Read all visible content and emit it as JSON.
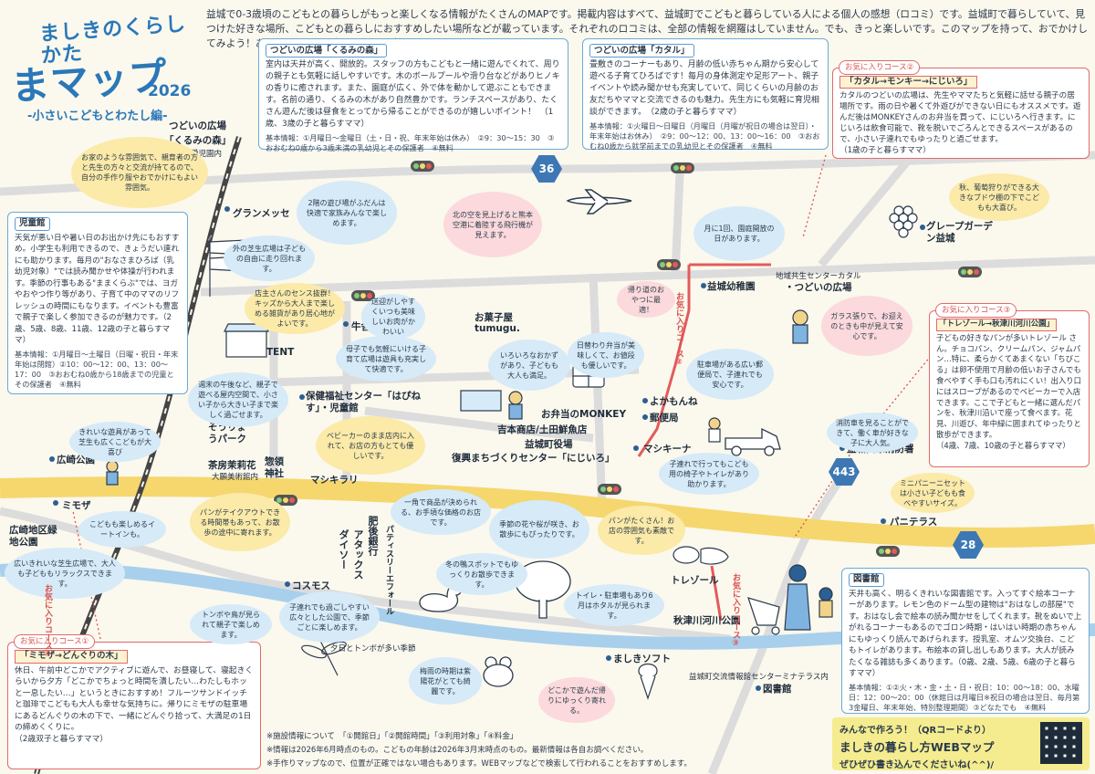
{
  "title": {
    "line1": "ましきのくらしかた",
    "line2": "まマップ",
    "year": "2026",
    "subtitle": "-小さいこどもとわたし編-"
  },
  "intro": "益城で0-3歳頃のこどもとの暮らしがもっと楽しくなる情報がたくさんのMAPです。掲載内容はすべて、益城町でこどもと暮らしている人による個人の感想（ロコミ）です。益城町で暮らしていて、見つけた好きな場所、こどもとの暮らしにおすすめしたい場所などが載っています。それぞれのロコミは、全部の情報を網羅はしていません。でも、きっと楽しいです。このマップを持って、おでかけしてみよう！あなたの見つけた場所も、ぜひ教えてくださいね☺",
  "boxes": {
    "kurumi": {
      "head": "つどいの広場「くるみの森」",
      "body": "室内は天井が高く、開放的。スタッフの方もこどもと一緒に遊んでくれて、周りの親子とも気軽に話しやすいです。木のボールプールや滑り台などがありヒノキの香りに癒されます。また、園庭が広く、外で体を動かして遊ぶこともできます。名前の通り、くるみの木があり自然豊かです。ランチスペースがあり、たくさん遊んだ後は昼食をとってから帰ることができるのが嬉しいポイント！　（1歳、3歳の子と暮らすママ）",
      "info": "基本情報：①月曜日〜金曜日（土・日・祝、年末年始は休み）　②9：30〜15：30　③おおむね0歳から3歳未満の乳幼児とその保護者　④無料"
    },
    "kataru": {
      "head": "つどいの広場「カタル」",
      "body": "畳敷きのコーナーもあり、月齢の低い赤ちゃん期から安心して遊べる子育てひろばです！毎月の身体測定や足形アート、親子イベントや読み聞かせも充実していて、同じくらいの月齢のお友だちやママと交流できるのも魅力。先生方にも気軽に育児相談ができます。　（2歳の子と暮らすママ）",
      "info": "基本情報：①火曜日〜日曜日（月曜日（月曜が祝日の場合は翌日）・年末年始はお休み）　②9：00〜12：00、13：00〜16：00　③おおむね0歳から就学前までの乳幼児とその保護者　④無料"
    },
    "jidoukan": {
      "head": "児童館",
      "body": "天気が悪い日や暑い日のお出かけ先にもおすすめ。小学生も利用できるので、きょうだい連れにも助かります。毎月の\"おなさまひろば（乳幼児対象）\"では読み聞かせや体操が行われます。季節の行事もある\"ままくらぶ\"では、ヨガやおやつ作り等があり、子育て中のママのリフレッシュの時間にもなります。イベントも豊富で親子で楽しく参加できるのが魅力です。（2歳、5歳、8歳、11歳、12歳の子と暮らすママ）",
      "info": "基本情報：①月曜日〜土曜日（日曜・祝日・年末年始は閉館）②10：00〜12：00、13：00〜17：00　③おおむね0歳から18歳までの児童とその保護者　④無料"
    },
    "library": {
      "head": "図書館",
      "body": "天井も高く、明るくきれいな図書館です。入ってすぐ絵本コーナーがあります。レモン色のドーム型の建物は\"おはなしの部屋\"です。おはなし会で絵本の読み聞かせをしてくれます。靴をぬいで上がれるコーナーもあるのでゴロン時期・はいはい時期の赤ちゃんにもゆっくり読んであげられます。授乳室、オムツ交換台、こどもトイレがあります。布絵本の貸し出しもあります。大人が読みたくなる雑誌も多くあります。（0歳、2歳、5歳、6歳の子と暮らすママ）",
      "info": "基本情報：①②火・木・金・土・日・祝日：10：00〜18：00、水曜日：12：00〜20：00（休館日は月曜日※祝日の場合は翌日、毎月第3金曜日、年末年始、特別整理期間）③どなたでも　④無料"
    }
  },
  "favorites": {
    "fav1": {
      "tag": "お気に入りコース①",
      "course": "「ミモザ→どんぐりの木」",
      "body": "休日、午前中どこかでアクティブに遊んで、お昼寝して、寝起きくらいから夕方「どこかでちょっと時間を潰したい…わたしもホッと一息したい…」というときにおすすめ！フルーツサンドイッチと珈琲でこどもも大人も幸せな気持ちに。帰りにミモザの駐車場にあるどんぐりの木の下で、一緒にどんぐり拾って、大満足の1日の締めくくりに。",
      "who": "（2歳双子と暮らすママ）"
    },
    "fav2": {
      "tag": "お気に入りコース②",
      "course": "「カタル→モンキー→にじいろ」",
      "body": "カタルのつどいの広場は、先生やママたちと気軽に話せる親子の居場所です。雨の日や暑くて外遊びができない日にもオススメです。遊んだ後はMONKEYさんのお弁当を買って、にじいろへ行きます。にじいろは飲食可能で、靴を脱いでごろんとできるスペースがあるので、小さい子連れでもゆったりと過ごせます。",
      "who": "（1歳の子と暮らすママ）"
    },
    "fav3": {
      "tag": "お気に入りコース③",
      "course": "「トレゾール→秋津川河川公園」",
      "body": "子どもの好きなパンが多いトレゾール さん。チョコパン、クリームパン、ジャムパン…特に、柔らかくてあまくない「ちびこる」は卵不使用で月齢の低いお子さんでも食べやすく手も口も汚れにくい！出入り口にはスロープがあるのでベビーカーで入店できます。ここで子どもと一緒に選んだパンを、秋津川沿いで座って食べます。花見、川遊び、年中緑に囲まれてゆったりと散歩ができます。",
      "who": "（4歳、7歳、10歳の子と暮らすママ）"
    }
  },
  "places": {
    "kurumi_name": "つどいの広場",
    "kurumi_q": "「くるみの森」",
    "kurumi_sub": "広安愛児園内",
    "granmesse": "グランメッセ",
    "gyuza": "牛舎",
    "tent": "TENT",
    "fukushi": "保健福祉センター「はぴねす」・児童館",
    "souryou": "そうりょうパーク",
    "chaen": "茶房茉莉花",
    "chaen_sub": "大願美術館内",
    "souryou_jinja": "惣領神社",
    "mashikirari": "マシキラリ",
    "hirosaki": "広崎公園",
    "mimoza": "ミモザ",
    "hirosaki_ryokuchi": "広崎地区緑地公園",
    "higo": "肥後銀行",
    "attax": "アタックス",
    "daiso": "ダイソー",
    "patisserie": "パティスリーエフォール",
    "kosumosu": "コスモス",
    "okashiya": "お菓子屋",
    "tumugu": "tumugu.",
    "obento": "お弁当のMONKEY",
    "yoshimoto": "吉本商店/土田鮮魚店",
    "yakuba": "益城町役場",
    "fukkou": "復興まちづくりセンター「にじいろ」",
    "yokamon": "よかもんね",
    "yubin": "郵便局",
    "mashikina": "マシキーナ",
    "youchien": "益城幼稚園",
    "kataru1": "地域共生センターカタル",
    "kataru2": "・つどいの広場",
    "grape": "グレープガーデン益城",
    "shobo": "益城西原消防署",
    "panite": "パニテラス",
    "tresor": "トレゾール",
    "akitsu": "秋津川河川公園",
    "mashiki_soft": "ましきソフト",
    "koryu": "益城町交流情報館センターミナテラス内",
    "toshokan": "図書館"
  },
  "routes": {
    "r36": "36",
    "r443": "443",
    "r28": "28"
  },
  "blobs": {
    "b1": "お家のような雰囲気で、親育者の方と先生の方々と交流が持てるので、自分の手作り服やおでかけにもよい雰囲気。",
    "b2": "2階の遊び場がふだんは快適で家族みんなで楽しめます。",
    "b3": "外の芝生広場は子どもの自由に走り回れます。",
    "b4": "店主さんのセンス抜群！キッズから大人まで楽しめる雑貨があり居心地がよいです。",
    "b5": "送迎がしやすくいつも美味しいお肉がかわいい",
    "b6": "母子でも気軽にいける子育て広場は遊具も充実して快適です。",
    "b7": "週末の午後など、親子で遊べる屋内空間で、小さい子から大きい子まで楽しく過ごせます。",
    "b8": "きれいな遊具があって芝生も広くこどもが大喜び",
    "b9": "パンがテイクアウトできる時間帯もあって、お散歩の途中に寄れます。",
    "b10": "ベビーカーのまま店内に入れて、お店の方もとても優しいです。",
    "b11": "一角で商品が決められる、お手頃な価格のお店です。",
    "b12": "こどもも楽しめるイートインも。",
    "b13": "広いきれいな芝生広場で、大人も子どももリラックスできます。",
    "b14": "季節の花や桜が咲き、お散歩にもぴったりです。",
    "b15": "パンがたくさん！お店の雰囲気も素敵です。",
    "b16": "冬の鴨スポットでもゆっくりお散歩できます。",
    "b17": "子連れでも過ごしやすい広々とした公園で、季節ごとに楽しめます。",
    "b18": "いろいろなおかずがあり、子どもも大人も満足。",
    "b19": "日替わり弁当が美味しくて、お値段も優しいです。",
    "b20": "帰り道のおやつに最適！",
    "b21": "駐車場がある広い郵便局で、子連れでも安心です。",
    "b22": "子連れで行ってもこども用の椅子やトイレがあり助かります。",
    "b23": "月に1回、園庭開放の日があります。",
    "b24": "ガラス張りで、お迎えのときも中が見えて安心です。",
    "b25": "秋、葡萄狩りができる大きなブドウ棚の下でこどもも大喜び。",
    "b26": "消防車を見ることができて、働く車が好きな子に大人気。",
    "b27": "ミニパニーニセットは小さい子どもも食べやすいサイズ。",
    "b28": "トイレ・駐車場もあり6月はホタルが見られます。",
    "b29": "北の空を見上げると熊本空港に着陸する飛行機が見えます。",
    "b30": "夕日とトンボが多い季節",
    "b31": "トンボや鳥が見られて親子で楽しめます。",
    "b32": "梅雨の時期は紫陽花がとても綺麗です。",
    "b33": "どこかで遊んだ帰りにゆっくり寄れる。"
  },
  "course_labels": {
    "c1": "お気に入りコース①",
    "c2": "お気に入りコース②",
    "c3": "お気に入りコース③"
  },
  "footer": {
    "l1": "※施設情報について　「①開館日」「②開館時間」「③利用対象」「④料金」",
    "l2": "※情報は2026年6月時点のもの。こどもの年齢は2026年3月末時点のもの。最新情報は各自お調べください。",
    "l3": "※手作りマップなので、位置が正確ではない場合もあります。WEBマップなどで検索して行われることをおすすめします。"
  },
  "qr": {
    "l1": "みんなで作ろう！（QRコードより）",
    "l2": "ましきの暮らし方WEBマップ",
    "l3": "ぜひぜひ書き込んでくださいね(^^)/"
  },
  "colors": {
    "main_road": "#f5d76e",
    "river": "#a8d0ec",
    "rail": "#444444",
    "course_line": "#e25b5b",
    "accent": "#2a78b8"
  }
}
